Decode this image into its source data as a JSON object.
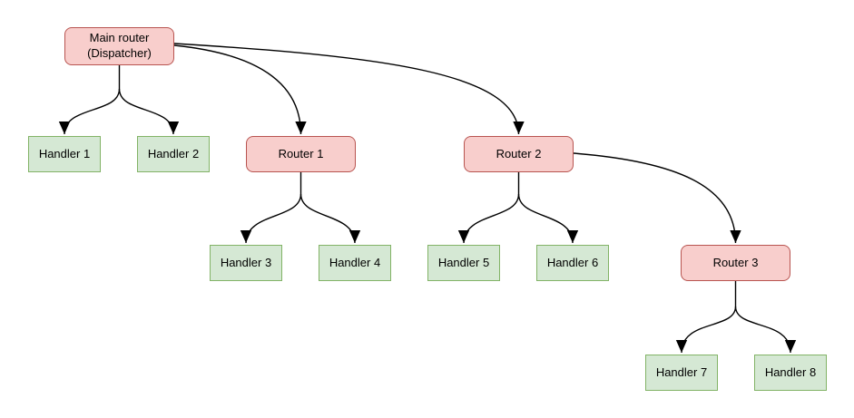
{
  "diagram": {
    "nodes": [
      {
        "id": "main",
        "label": "Main router\n(Dispatcher)",
        "type": "router"
      },
      {
        "id": "h1",
        "label": "Handler 1",
        "type": "handler"
      },
      {
        "id": "h2",
        "label": "Handler 2",
        "type": "handler"
      },
      {
        "id": "r1",
        "label": "Router 1",
        "type": "router"
      },
      {
        "id": "r2",
        "label": "Router 2",
        "type": "router"
      },
      {
        "id": "h3",
        "label": "Handler 3",
        "type": "handler"
      },
      {
        "id": "h4",
        "label": "Handler 4",
        "type": "handler"
      },
      {
        "id": "h5",
        "label": "Handler 5",
        "type": "handler"
      },
      {
        "id": "h6",
        "label": "Handler 6",
        "type": "handler"
      },
      {
        "id": "r3",
        "label": "Router 3",
        "type": "router"
      },
      {
        "id": "h7",
        "label": "Handler 7",
        "type": "handler"
      },
      {
        "id": "h8",
        "label": "Handler 8",
        "type": "handler"
      }
    ],
    "edges": [
      {
        "from": "main",
        "to": "h1"
      },
      {
        "from": "main",
        "to": "h2"
      },
      {
        "from": "main",
        "to": "r1"
      },
      {
        "from": "main",
        "to": "r2"
      },
      {
        "from": "r1",
        "to": "h3"
      },
      {
        "from": "r1",
        "to": "h4"
      },
      {
        "from": "r2",
        "to": "h5"
      },
      {
        "from": "r2",
        "to": "h6"
      },
      {
        "from": "r2",
        "to": "r3"
      },
      {
        "from": "r3",
        "to": "h7"
      },
      {
        "from": "r3",
        "to": "h8"
      }
    ],
    "colors": {
      "router_fill": "#f8cecc",
      "router_border": "#b85450",
      "handler_fill": "#d5e8d4",
      "handler_border": "#82b366",
      "edge": "#000000",
      "text": "#000000",
      "background": "#ffffff"
    }
  }
}
